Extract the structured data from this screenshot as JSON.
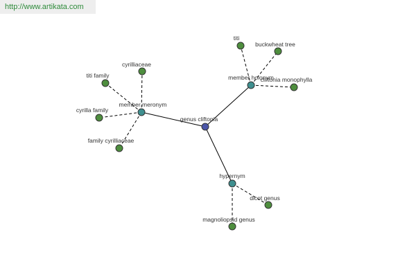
{
  "watermark": "http://www.artikata.com",
  "colors": {
    "center": "#4a55a8",
    "hub": "#3f8f8f",
    "leaf": "#4e8e3e"
  },
  "center": {
    "id": "genus-cliftonia",
    "label": "genus cliftonia"
  },
  "hubs": [
    {
      "id": "member-meronym",
      "label": "member meronym",
      "leaves": [
        {
          "id": "cyrilliaceae",
          "label": "cyrilliaceae"
        },
        {
          "id": "titi-family",
          "label": "titi family"
        },
        {
          "id": "cyrilla-family",
          "label": "cyrilla family"
        },
        {
          "id": "family-cyrilliaceae",
          "label": "family cyrilliaceae"
        }
      ]
    },
    {
      "id": "member-holonym",
      "label": "member holonym",
      "leaves": [
        {
          "id": "titi",
          "label": "titi"
        },
        {
          "id": "buckwheat-tree",
          "label": "buckwheat tree"
        },
        {
          "id": "cliftonia-monophylla",
          "label": "cliftonia monophylla"
        }
      ]
    },
    {
      "id": "hypernym",
      "label": "hypernym",
      "leaves": [
        {
          "id": "dicot-genus",
          "label": "dicot genus"
        },
        {
          "id": "magnoliopsid-genus",
          "label": "magnoliopsid genus"
        }
      ]
    }
  ]
}
